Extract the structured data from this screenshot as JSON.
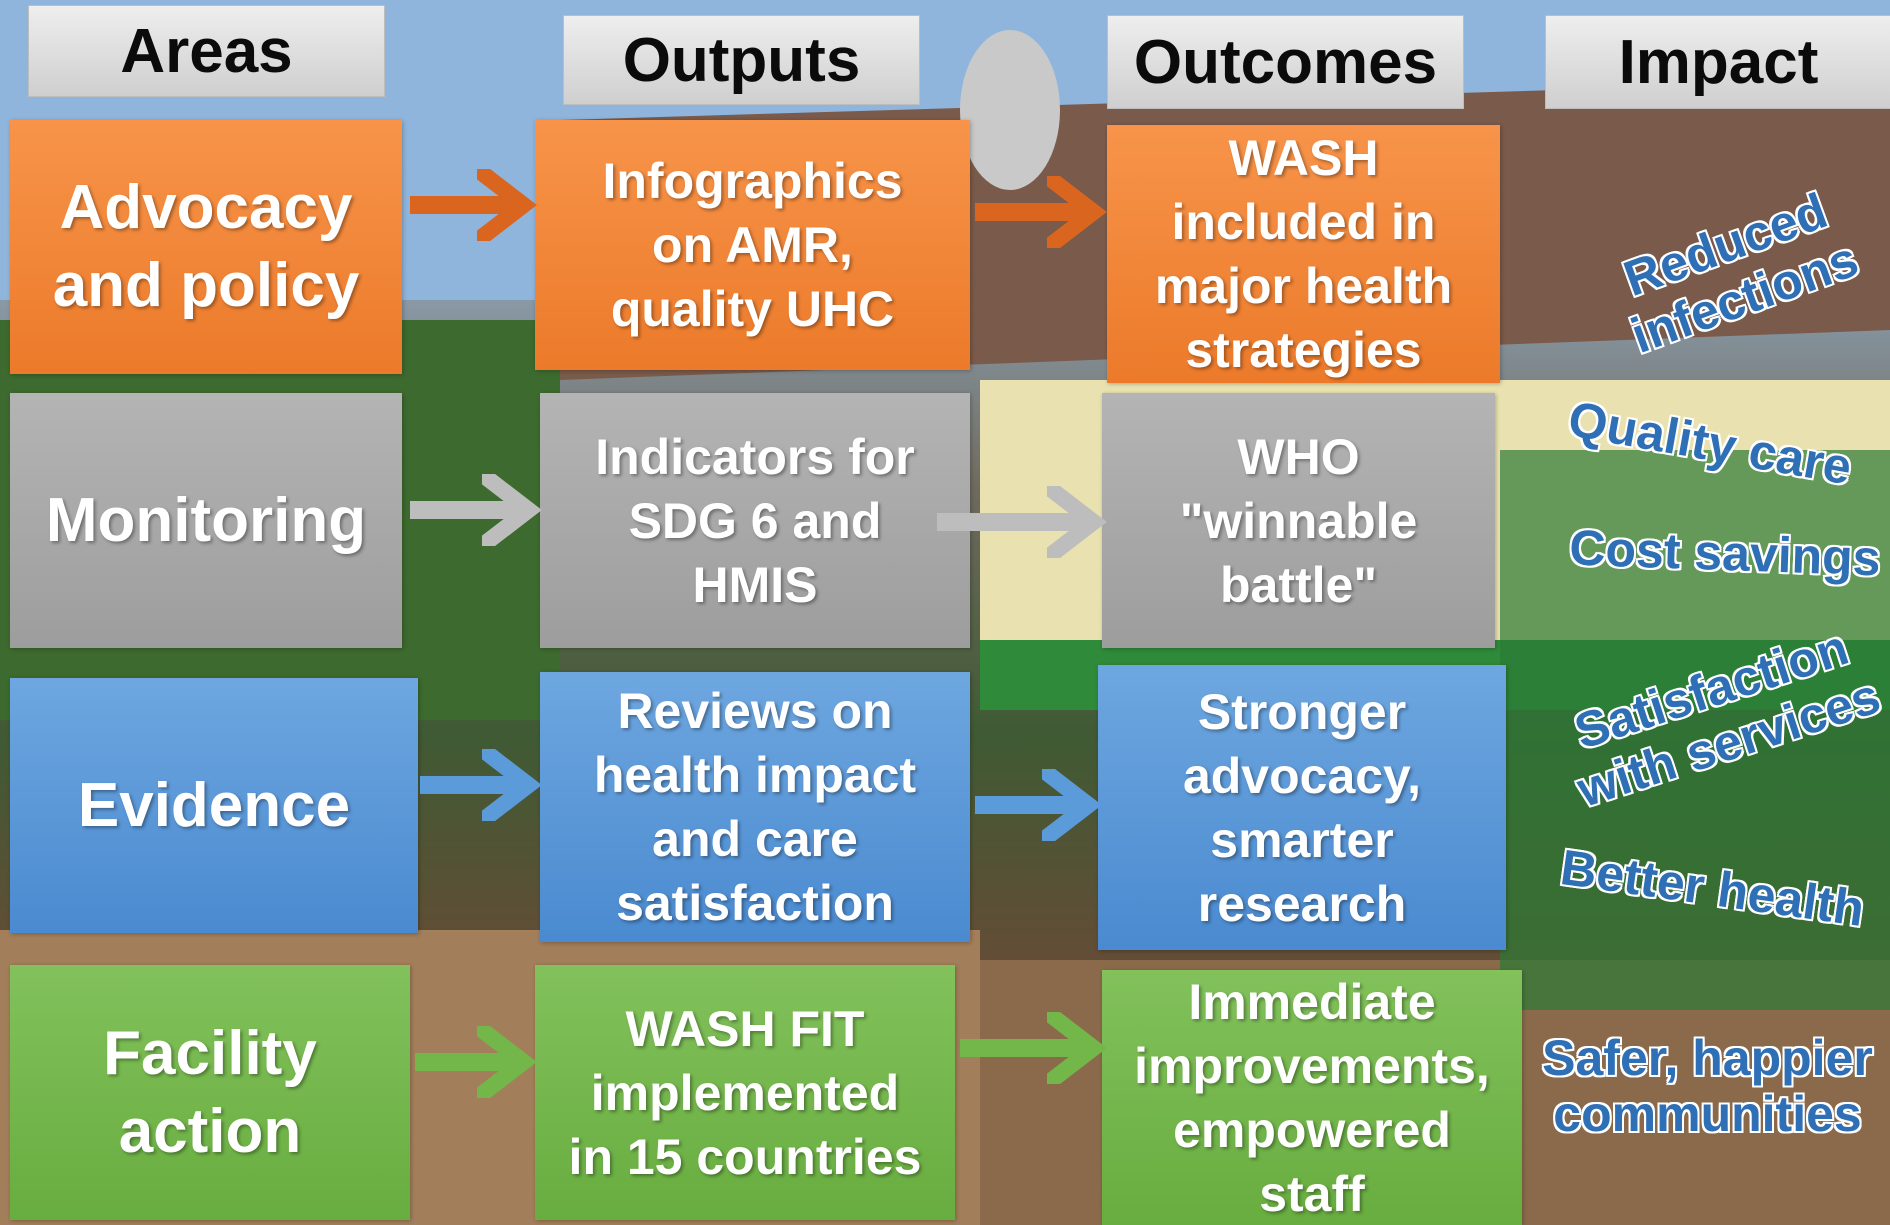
{
  "headers": {
    "areas": "Areas",
    "outputs": "Outputs",
    "outcomes": "Outcomes",
    "impact": "Impact"
  },
  "rows": [
    {
      "color": "#ef7d2f",
      "area": "Advocacy\nand policy",
      "output": "Infographics\non AMR,\nquality UHC",
      "outcome": "WASH\nincluded in\nmajor health\nstrategies"
    },
    {
      "color": "#a8a8a8",
      "area": "Monitoring",
      "output": "Indicators for\nSDG 6 and\nHMIS",
      "outcome": "WHO\n\"winnable\nbattle\""
    },
    {
      "color": "#5b9bd9",
      "area": "Evidence",
      "output": "Reviews on\nhealth impact\nand care\nsatisfaction",
      "outcome": "Stronger\nadvocacy,\nsmarter\nresearch"
    },
    {
      "color": "#73b64a",
      "area": "Facility\naction",
      "output": "WASH FIT\nimplemented\nin 15 countries",
      "outcome": "Immediate\nimprovements,\nempowered\nstaff"
    }
  ],
  "impacts": [
    "Reduced\ninfections",
    "Quality care",
    "Cost savings",
    "Satisfaction\nwith services",
    "Better health",
    "Safer, happier\ncommunities"
  ],
  "colors": {
    "impact_text": "#2e6fb6",
    "header_bg": "#d9d9d9"
  }
}
